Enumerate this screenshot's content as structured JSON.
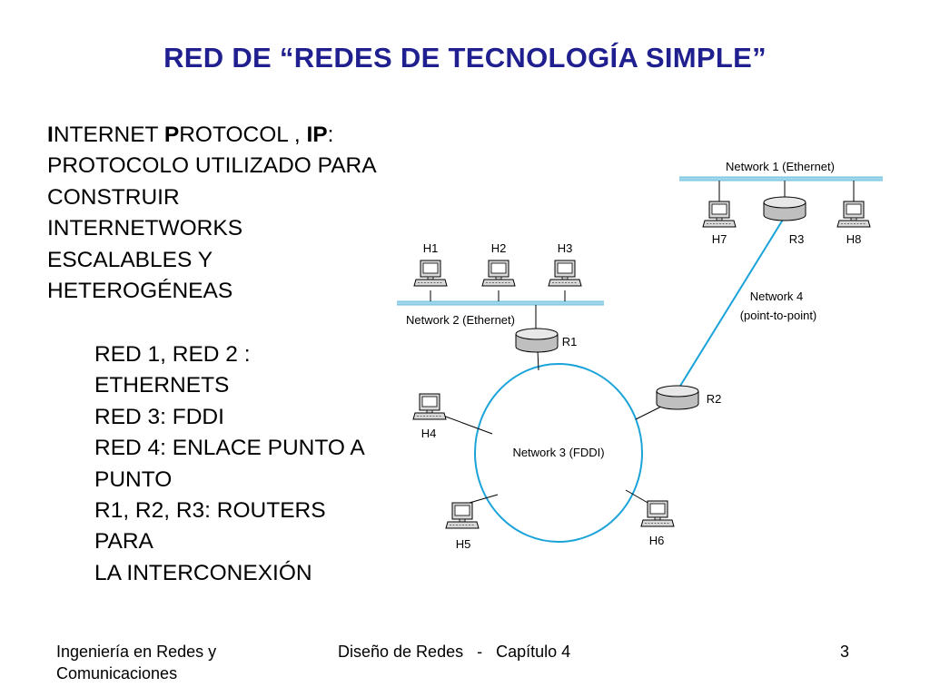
{
  "slide": {
    "title": "RED DE “REDES DE TECNOLOGÍA SIMPLE”",
    "paragraph1": {
      "line1_bold1": "I",
      "line1_rest1": "NTERNET ",
      "line1_bold2": "P",
      "line1_rest2": "ROTOCOL , ",
      "line1_bold3": "IP",
      "line1_rest3": ":",
      "lines": [
        "PROTOCOLO UTILIZADO PARA",
        "CONSTRUIR",
        "INTERNETWORKS",
        "ESCALABLES Y",
        "HETEROGÉNEAS"
      ]
    },
    "paragraph2": {
      "lines": [
        "RED 1, RED 2 :",
        "ETHERNETS",
        "RED 3: FDDI",
        "RED 4: ENLACE PUNTO A",
        "PUNTO",
        "R1, R2, R3: ROUTERS",
        "PARA",
        "LA INTERCONEXIÓN"
      ]
    }
  },
  "diagram": {
    "network1_label": "Network 1 (Ethernet)",
    "network2_label": "Network 2 (Ethernet)",
    "network3_label": "Network 3 (FDDI)",
    "network4_label_line1": "Network 4",
    "network4_label_line2": "(point-to-point)",
    "hosts": {
      "h1": "H1",
      "h2": "H2",
      "h3": "H3",
      "h4": "H4",
      "h5": "H5",
      "h6": "H6",
      "h7": "H7",
      "h8": "H8"
    },
    "routers": {
      "r1": "R1",
      "r2": "R2",
      "r3": "R3"
    },
    "colors": {
      "ethernet_bus": "#9fd6ea",
      "fddi_ring": "#1aa3d9",
      "p2p_link": "#1aa3d9",
      "device_fill": "#d9d9d9"
    }
  },
  "footer": {
    "left_line1": "Ingeniería en Redes y",
    "left_line2": "Comunicaciones",
    "center": "Diseño de Redes   -   Capítulo 4",
    "page_number": "3"
  }
}
